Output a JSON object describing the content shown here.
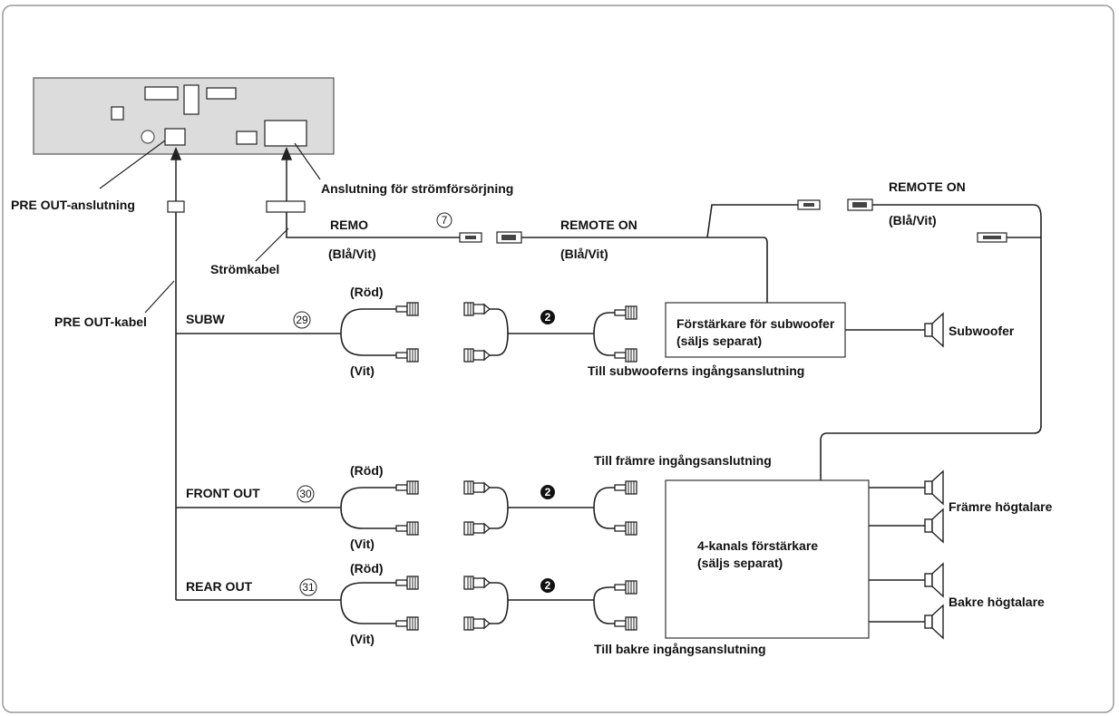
{
  "colors": {
    "line": "#222222",
    "unit_fill": "#d9d9d9",
    "box_stroke": "#333333"
  },
  "labels": {
    "pre_out_connector": "PRE OUT-anslutning",
    "power_connector": "Anslutning för strömförsörjning",
    "power_cable": "Strömkabel",
    "pre_out_cable": "PRE OUT-kabel",
    "remo": "REMO",
    "remo_color": "(Blå/Vit)",
    "remote_on_1": "REMOTE ON",
    "remote_on_1_color": "(Blå/Vit)",
    "remote_on_2": "REMOTE ON",
    "remote_on_2_color": "(Blå/Vit)",
    "subw": "SUBW",
    "front_out": "FRONT OUT",
    "rear_out": "REAR OUT",
    "red_1": "(Röd)",
    "white_1": "(Vit)",
    "red_2": "(Röd)",
    "white_2": "(Vit)",
    "red_3": "(Röd)",
    "white_3": "(Vit)",
    "sub_amp_line1": "Förstärkare för subwoofer",
    "sub_amp_line2": "(säljs separat)",
    "subwoofer": "Subwoofer",
    "sub_input": "Till subwooferns ingångsanslutning",
    "front_input": "Till främre ingångsanslutning",
    "rear_input": "Till bakre ingångsanslutning",
    "amp4_line1": "4-kanals förstärkare",
    "amp4_line2": "(säljs separat)",
    "front_speakers": "Främre högtalare",
    "rear_speakers": "Bakre högtalare"
  },
  "callouts": {
    "remo_num": "7",
    "subw_num": "29",
    "front_num": "30",
    "rear_num": "31",
    "rca_sub": "2",
    "rca_front": "2",
    "rca_rear": "2"
  }
}
